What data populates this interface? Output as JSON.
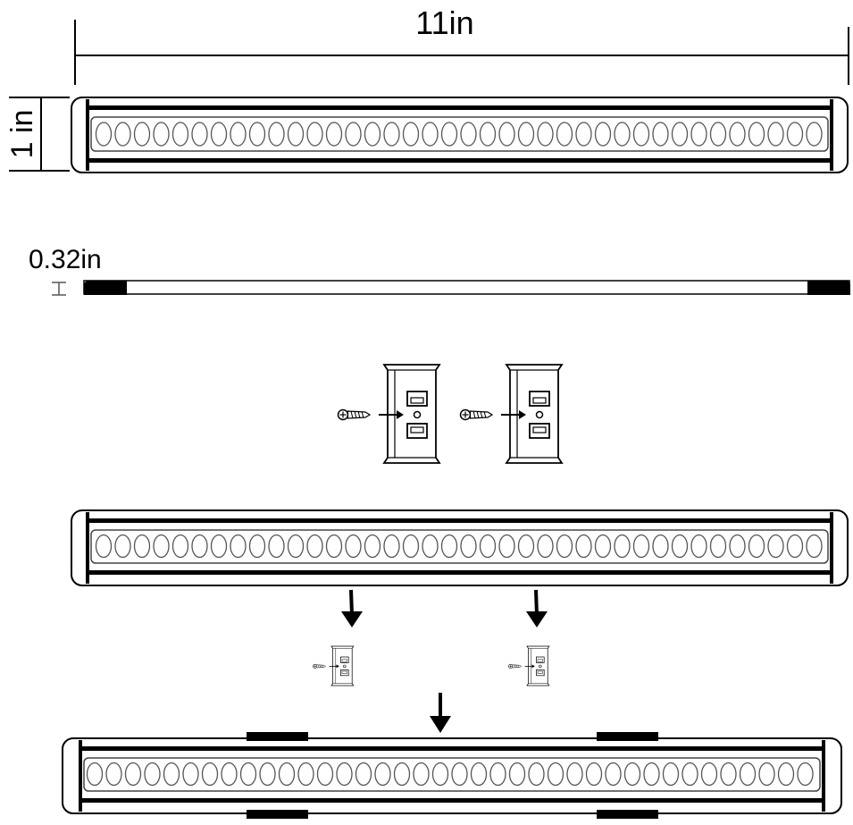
{
  "dimensions": {
    "length_label": "11in",
    "width_label": "1 in",
    "thickness_label": "0.32in"
  },
  "diagram": {
    "led_count_per_bar": 38,
    "stroke_color": "#000000",
    "fill_color": "#ffffff",
    "clip_count": 2,
    "steps": [
      "top-view-with-dimensions",
      "side-view-thickness",
      "screw-clips",
      "bar-above-clips",
      "bar-mounted-on-clips"
    ]
  }
}
